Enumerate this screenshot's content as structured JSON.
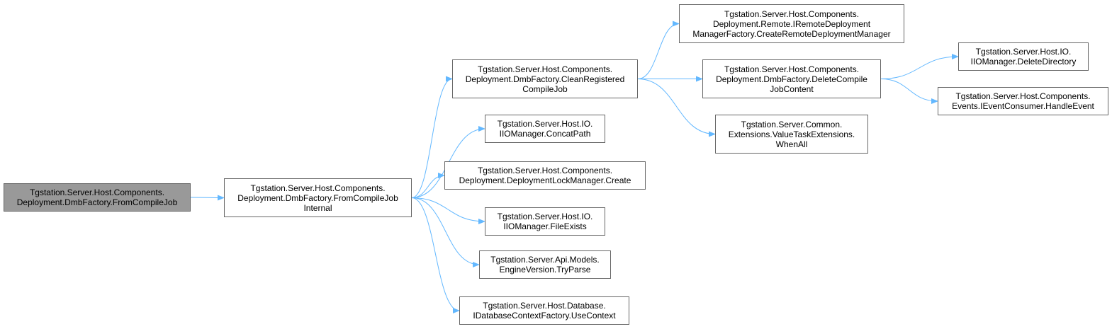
{
  "colors": {
    "edge": "#63b8ff",
    "node_border": "#666666",
    "node_fill": "#ffffff",
    "root_fill": "#999999"
  },
  "nodes": [
    {
      "id": "root",
      "label": "Tgstation.Server.Host.Components.\nDeployment.DmbFactory.FromCompileJob"
    },
    {
      "id": "internal",
      "label": "Tgstation.Server.Host.Components.\nDeployment.DmbFactory.FromCompileJob\nInternal"
    },
    {
      "id": "clean",
      "label": "Tgstation.Server.Host.Components.\nDeployment.DmbFactory.CleanRegistered\nCompileJob"
    },
    {
      "id": "concat",
      "label": "Tgstation.Server.Host.IO.\nIIOManager.ConcatPath"
    },
    {
      "id": "lockcreate",
      "label": "Tgstation.Server.Host.Components.\nDeployment.DeploymentLockManager.Create"
    },
    {
      "id": "fileexists",
      "label": "Tgstation.Server.Host.IO.\nIIOManager.FileExists"
    },
    {
      "id": "tryparse",
      "label": "Tgstation.Server.Api.Models.\nEngineVersion.TryParse"
    },
    {
      "id": "usecontext",
      "label": "Tgstation.Server.Host.Database.\nIDatabaseContextFactory.UseContext"
    },
    {
      "id": "remote",
      "label": "Tgstation.Server.Host.Components.\nDeployment.Remote.IRemoteDeployment\nManagerFactory.CreateRemoteDeploymentManager"
    },
    {
      "id": "deletejob",
      "label": "Tgstation.Server.Host.Components.\nDeployment.DmbFactory.DeleteCompile\nJobContent"
    },
    {
      "id": "whenall",
      "label": "Tgstation.Server.Common.\nExtensions.ValueTaskExtensions.\nWhenAll"
    },
    {
      "id": "deletedir",
      "label": "Tgstation.Server.Host.IO.\nIIOManager.DeleteDirectory"
    },
    {
      "id": "handleevent",
      "label": "Tgstation.Server.Host.Components.\nEvents.IEventConsumer.HandleEvent"
    }
  ],
  "edges": [
    {
      "from": "root",
      "to": "internal"
    },
    {
      "from": "internal",
      "to": "clean"
    },
    {
      "from": "internal",
      "to": "concat"
    },
    {
      "from": "internal",
      "to": "lockcreate"
    },
    {
      "from": "internal",
      "to": "fileexists"
    },
    {
      "from": "internal",
      "to": "tryparse"
    },
    {
      "from": "internal",
      "to": "usecontext"
    },
    {
      "from": "clean",
      "to": "remote"
    },
    {
      "from": "clean",
      "to": "deletejob"
    },
    {
      "from": "clean",
      "to": "whenall"
    },
    {
      "from": "deletejob",
      "to": "deletedir"
    },
    {
      "from": "deletejob",
      "to": "handleevent"
    }
  ]
}
